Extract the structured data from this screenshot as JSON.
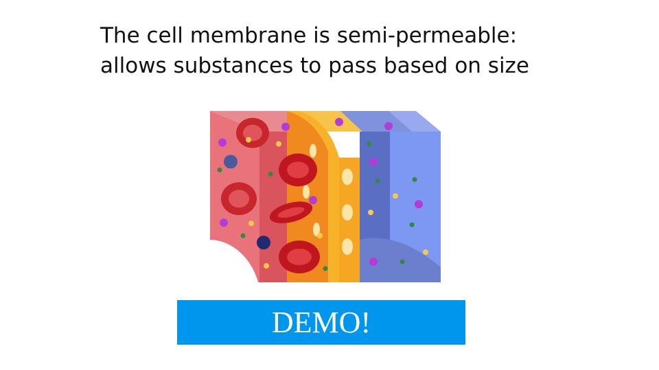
{
  "slide": {
    "title": "The cell membrane is semi-permeable:\nallows substances to pass based on size",
    "demo_label": "DEMO!"
  },
  "colors": {
    "demo_button": "#0096ee",
    "extracellular": "#e05a62",
    "phospholipid_layer": "#f39a1f",
    "intracellular": "#6f86d8",
    "protein_molecule": "#b33cd8",
    "small_molecule": "#2f8a3a"
  },
  "figure": {
    "subject": "cell-membrane-cross-section",
    "icons": [
      "red-blood-cell-icon",
      "molecule-icon",
      "lipid-bilayer-icon"
    ]
  }
}
